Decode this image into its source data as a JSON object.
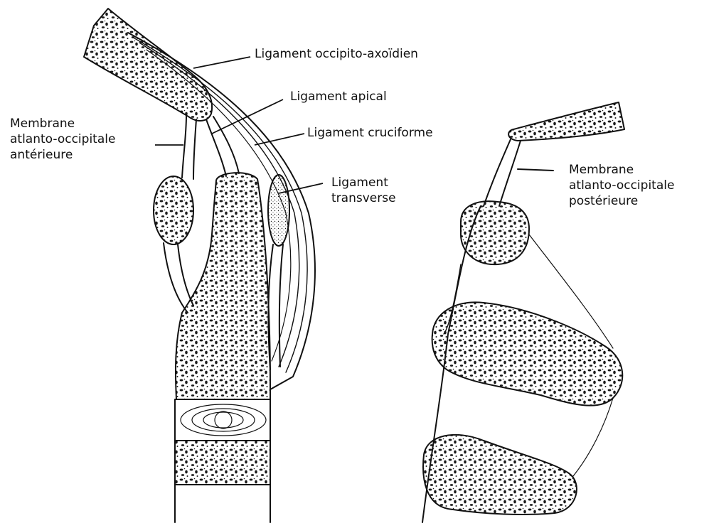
{
  "labels": {
    "occipito_axoidien": "Ligament occipito-axoïdien",
    "apical": "Ligament apical",
    "cruciforme": "Ligament cruciforme",
    "transverse": [
      "Ligament",
      "transverse"
    ],
    "membrane_anterieure": [
      "Membrane",
      "atlanto-occipitale",
      "antérieure"
    ],
    "membrane_posterieure": [
      "Membrane",
      "atlanto-occipitale",
      "postérieure"
    ]
  },
  "colors": {
    "ink": "#111111",
    "paper": "#ffffff"
  }
}
